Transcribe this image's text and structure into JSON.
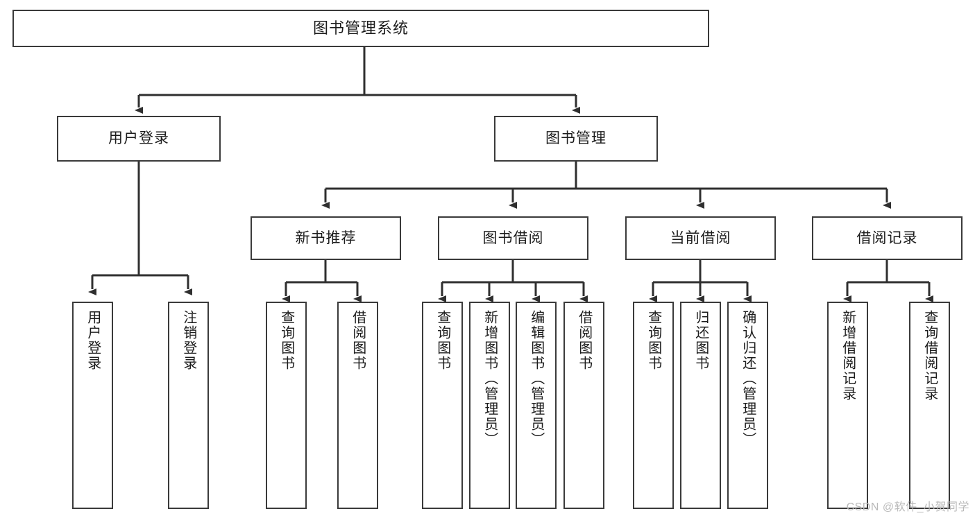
{
  "diagram": {
    "type": "tree-hierarchy",
    "title": "图书管理系统",
    "watermark": "CSDN @软件_小贺同学",
    "colors": {
      "box_border": "#3a3a3a",
      "line": "#2f2f2f",
      "background": "#ffffff",
      "text": "#1c1c1c",
      "watermark": "#b9b9b9"
    },
    "levels": {
      "root": {
        "label": "图书管理系统"
      },
      "level2": [
        {
          "label": "用户登录"
        },
        {
          "label": "图书管理"
        }
      ],
      "level3": [
        {
          "label": "新书推荐"
        },
        {
          "label": "图书借阅"
        },
        {
          "label": "当前借阅"
        },
        {
          "label": "借阅记录"
        }
      ],
      "leaves": {
        "user_login": [
          {
            "label": "用户登录"
          },
          {
            "label": "注销登录"
          }
        ],
        "new_book_recommend": [
          {
            "label": "查询图书"
          },
          {
            "label": "借阅图书"
          }
        ],
        "book_borrow": [
          {
            "label": "查询图书"
          },
          {
            "label": "新增图书（管理员）"
          },
          {
            "label": "编辑图书（管理员）"
          },
          {
            "label": "借阅图书"
          }
        ],
        "current_borrow": [
          {
            "label": "查询图书"
          },
          {
            "label": "归还图书"
          },
          {
            "label": "确认归还（管理员）"
          }
        ],
        "borrow_record": [
          {
            "label": "新增借阅记录"
          },
          {
            "label": "查询借阅记录"
          }
        ]
      }
    }
  }
}
